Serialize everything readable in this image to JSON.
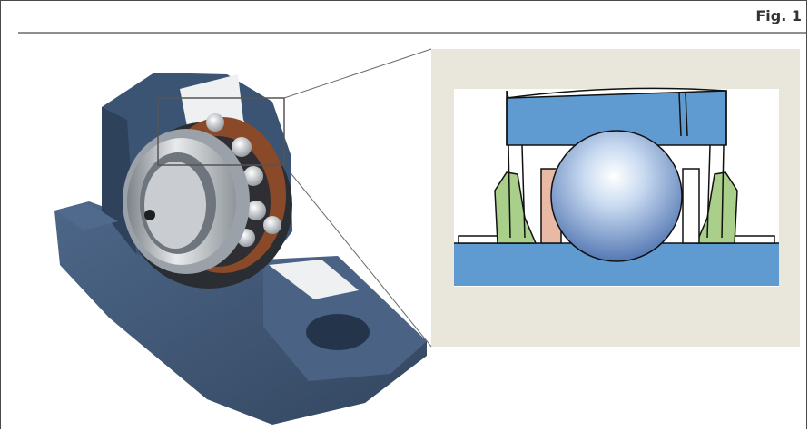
{
  "figure": {
    "label": "Fig. 1"
  },
  "colors": {
    "housing": "#405878",
    "housing_dark": "#2b3d56",
    "cut_face": "#eef0f2",
    "cage": "#8a4a2a",
    "steel": "#b9bec4",
    "inset_background": "#e9e7dc",
    "section_blue": "#5f9bd0",
    "seal_green": "#a9cf8a",
    "seal_pink": "#e8b9a4",
    "ball_light": "#e6f0fb",
    "ball_dark": "#5578b4"
  },
  "icons": {
    "main": "pillow-block-bearing-illustration",
    "detail": "bearing-cross-section-detail"
  }
}
